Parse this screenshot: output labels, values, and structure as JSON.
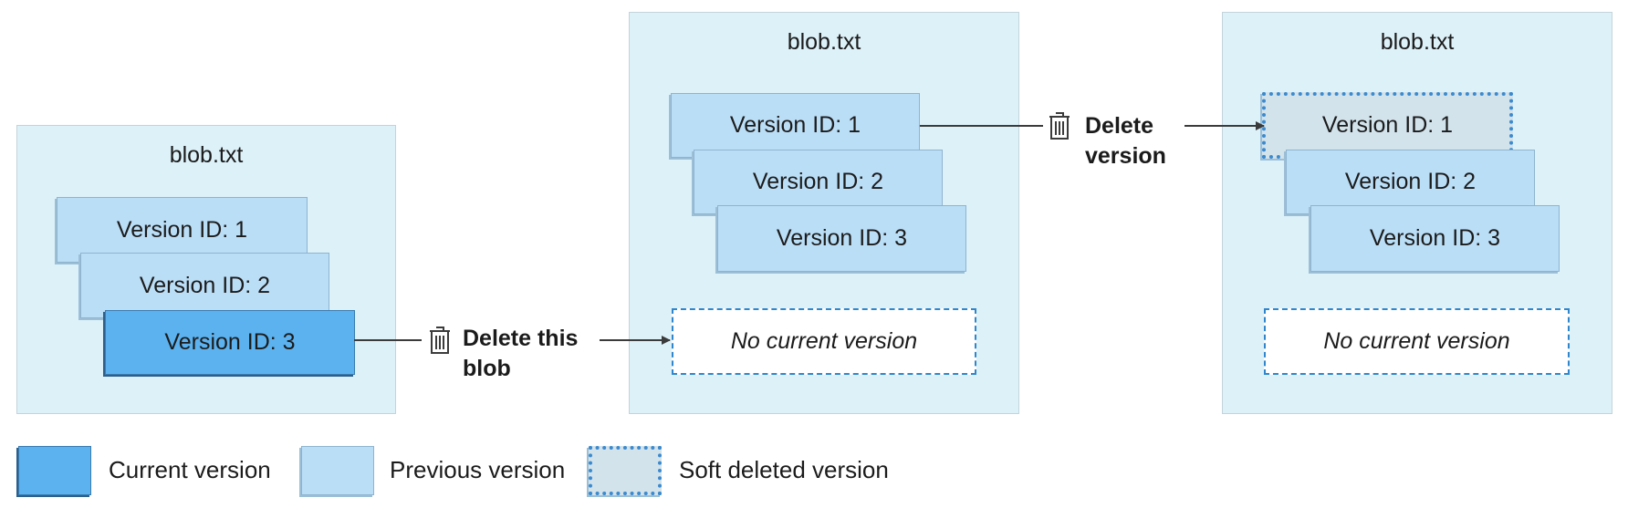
{
  "panels": [
    {
      "title": "blob.txt",
      "versions": [
        "Version ID: 1",
        "Version ID: 2",
        "Version ID: 3"
      ],
      "states": [
        "previous",
        "previous",
        "current"
      ]
    },
    {
      "title": "blob.txt",
      "versions": [
        "Version ID: 1",
        "Version ID: 2",
        "Version ID: 3"
      ],
      "states": [
        "previous",
        "previous",
        "previous"
      ],
      "no_current": "No current version"
    },
    {
      "title": "blob.txt",
      "versions": [
        "Version ID: 1",
        "Version ID: 2",
        "Version ID: 3"
      ],
      "states": [
        "soft-deleted",
        "previous",
        "previous"
      ],
      "no_current": "No current version"
    }
  ],
  "actions": {
    "delete_blob": {
      "line1": "Delete this",
      "line2": "blob",
      "icon": "trash-icon"
    },
    "delete_version": {
      "line1": "Delete",
      "line2": "version",
      "icon": "trash-icon"
    }
  },
  "legend": [
    {
      "label": "Current version",
      "color": "#5cb2ef"
    },
    {
      "label": "Previous version",
      "color": "#bbdef7"
    },
    {
      "label": "Soft deleted version",
      "color": "#d2e3ec"
    }
  ],
  "colors": {
    "panel_bg": "#ddf1f9",
    "current": "#5cb2ef",
    "previous": "#bbdef7",
    "soft_deleted": "#d2e3ec",
    "dashed_border": "#2f86cc"
  }
}
